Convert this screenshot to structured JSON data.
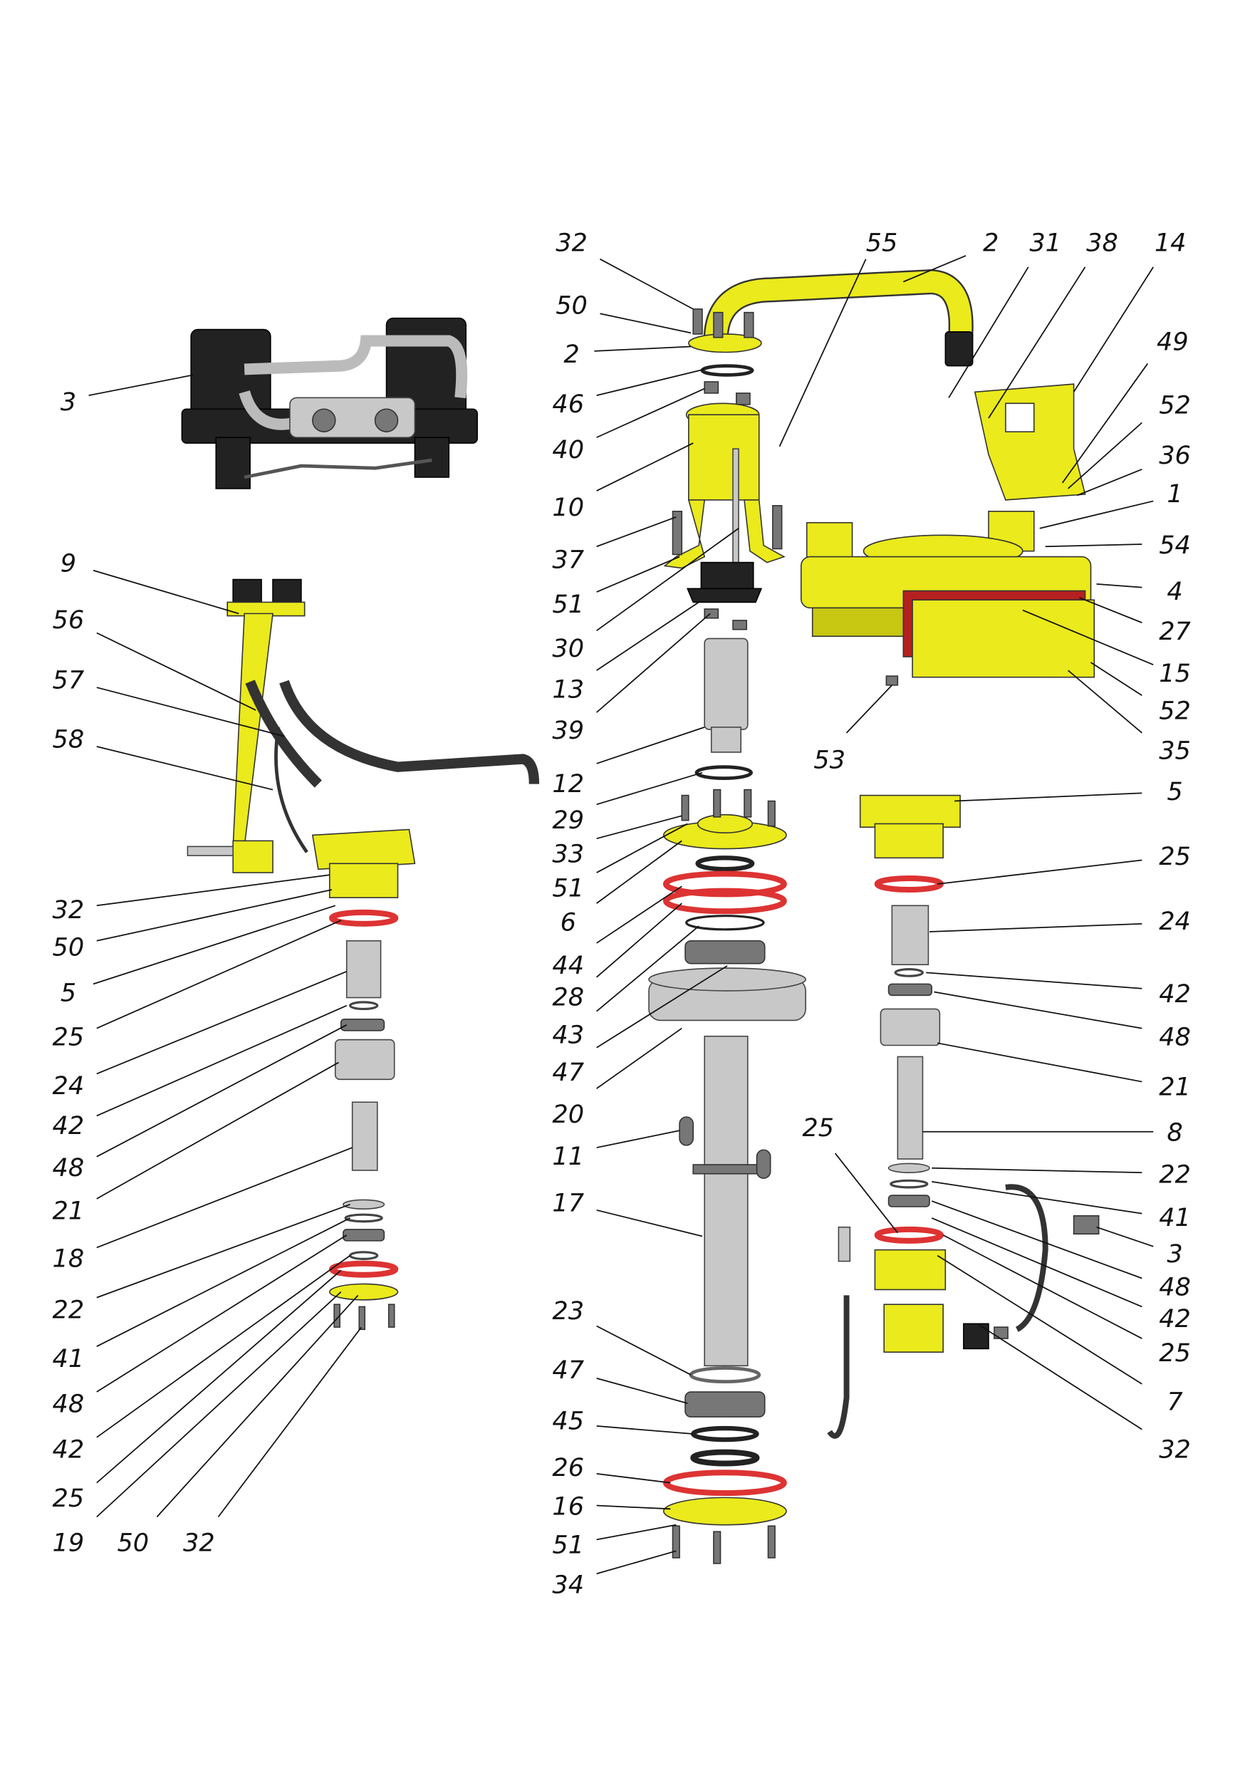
{
  "diagram": {
    "type": "exploded-assembly-parts-diagram",
    "colors": {
      "housing": "#eaea1c",
      "gasket": "#d33333",
      "steel": "#c8c8c8",
      "motor": "#222222"
    }
  },
  "callouts": {
    "left": [
      "3",
      "9",
      "56",
      "57",
      "58",
      "32",
      "50",
      "5",
      "25",
      "24",
      "42",
      "48",
      "21",
      "18",
      "22",
      "41",
      "48",
      "42",
      "25",
      "19",
      "50",
      "32"
    ],
    "middle": [
      "32",
      "50",
      "2",
      "46",
      "40",
      "10",
      "37",
      "51",
      "30",
      "13",
      "39",
      "12",
      "29",
      "33",
      "51",
      "6",
      "44",
      "28",
      "43",
      "47",
      "20",
      "11",
      "17",
      "23",
      "47",
      "45",
      "26",
      "16",
      "51",
      "34"
    ],
    "right": [
      "55",
      "2",
      "31",
      "38",
      "14",
      "49",
      "52",
      "36",
      "1",
      "54",
      "4",
      "27",
      "15",
      "52",
      "35",
      "53",
      "5",
      "25",
      "24",
      "42",
      "48",
      "21",
      "8",
      "22",
      "41",
      "3",
      "48",
      "42",
      "25",
      "7",
      "32",
      "25"
    ]
  }
}
